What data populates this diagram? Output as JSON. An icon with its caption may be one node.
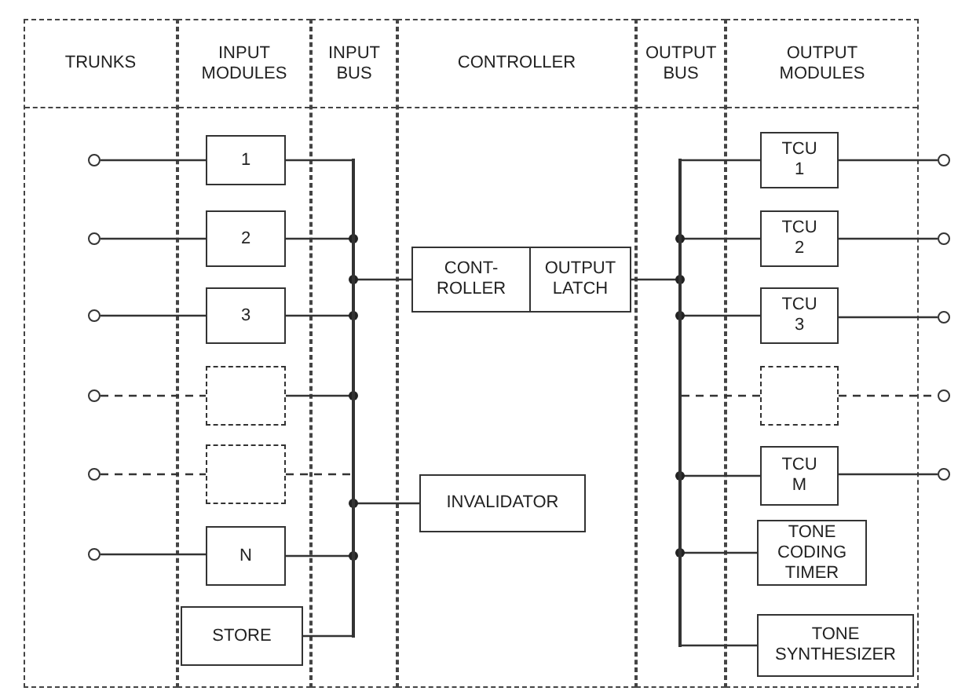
{
  "diagram": {
    "nodes": [
      {
        "text": [
          "TRUNKS"
        ]
      },
      {
        "text": [
          "INPUT MODULES"
        ]
      },
      {
        "text": [
          "INPUT BUS"
        ]
      },
      {
        "text": [
          "CONTROLLER"
        ]
      },
      {
        "text": [
          "OUTPUT BUS"
        ]
      },
      {
        "text": [
          "OUTPUT MODULES"
        ]
      },
      {
        "text": [],
        "shape": "circle",
        "in": 0
      },
      {
        "text": [],
        "shape": "circle",
        "in": 0
      },
      {
        "text": [],
        "shape": "circle",
        "in": 0
      },
      {
        "text": [],
        "shape": "circle",
        "in": 0
      },
      {
        "text": [],
        "shape": "circle",
        "in": 0
      },
      {
        "text": [],
        "shape": "circle",
        "in": 0
      },
      {
        "text": [
          "1"
        ],
        "in": 1
      },
      {
        "text": [
          "2"
        ],
        "in": 1
      },
      {
        "text": [
          "3"
        ],
        "in": 1
      },
      {
        "text": [],
        "shape": "box",
        "in": 1
      },
      {
        "text": [],
        "shape": "box",
        "in": 1
      },
      {
        "text": [
          "N"
        ],
        "in": 1
      },
      {
        "text": [
          "STORE"
        ],
        "in": 1
      },
      {
        "text": [
          "CONT- ROLLER"
        ],
        "in": 3
      },
      {
        "text": [
          "OUTPUT LATCH"
        ],
        "in": 3
      },
      {
        "text": [
          "INVALIDATOR"
        ],
        "in": 3
      },
      {
        "text": [
          "TCU 1"
        ],
        "in": 5
      },
      {
        "text": [
          "TCU 2"
        ],
        "in": 5
      },
      {
        "text": [
          "TCU 3"
        ],
        "in": 5
      },
      {
        "text": [],
        "shape": "box",
        "in": 5
      },
      {
        "text": [
          "TCU M"
        ],
        "in": 5
      },
      {
        "text": [
          "TONE CODING TIMER"
        ],
        "in": 5
      },
      {
        "text": [
          "TONE SYNTHESIZER"
        ],
        "in": 5
      },
      {
        "text": [],
        "shape": "circle"
      },
      {
        "text": [],
        "shape": "circle"
      },
      {
        "text": [],
        "shape": "circle"
      },
      {
        "text": [],
        "shape": "circle"
      },
      {
        "text": [],
        "shape": "circle"
      },
      {
        "text": [],
        "shape": "bar",
        "in": 2
      },
      {
        "text": [],
        "shape": "bar",
        "in": 4
      }
    ],
    "edges": [
      {
        "from": 6,
        "to": 12,
        "arrow": "none"
      },
      {
        "from": 7,
        "to": 13,
        "arrow": "none"
      },
      {
        "from": 8,
        "to": 14,
        "arrow": "none"
      },
      {
        "from": 9,
        "to": 15,
        "arrow": "none",
        "style": "dashed"
      },
      {
        "from": 10,
        "to": 16,
        "arrow": "none",
        "style": "dashed"
      },
      {
        "from": 11,
        "to": 17,
        "arrow": "none"
      },
      {
        "from": 12,
        "to": 34,
        "arrow": "none"
      },
      {
        "from": 13,
        "to": 34,
        "arrow": "none"
      },
      {
        "from": 14,
        "to": 34,
        "arrow": "none"
      },
      {
        "from": 15,
        "to": 34,
        "arrow": "none"
      },
      {
        "from": 16,
        "to": 34,
        "arrow": "none",
        "style": "dashed"
      },
      {
        "from": 17,
        "to": 34,
        "arrow": "none"
      },
      {
        "from": 18,
        "to": 34,
        "arrow": "none"
      },
      {
        "from": 34,
        "to": 19,
        "arrow": "none"
      },
      {
        "from": 34,
        "to": 21,
        "arrow": "none"
      },
      {
        "from": 20,
        "to": 35,
        "arrow": "none"
      },
      {
        "from": 35,
        "to": 22,
        "arrow": "none"
      },
      {
        "from": 35,
        "to": 23,
        "arrow": "none"
      },
      {
        "from": 35,
        "to": 24,
        "arrow": "none"
      },
      {
        "from": 35,
        "to": 25,
        "arrow": "none",
        "style": "dashed"
      },
      {
        "from": 35,
        "to": 26,
        "arrow": "none"
      },
      {
        "from": 35,
        "to": 27,
        "arrow": "none"
      },
      {
        "from": 35,
        "to": 28,
        "arrow": "none"
      },
      {
        "from": 22,
        "to": 29,
        "arrow": "none"
      },
      {
        "from": 23,
        "to": 30,
        "arrow": "none"
      },
      {
        "from": 24,
        "to": 31,
        "arrow": "none"
      },
      {
        "from": 25,
        "to": 32,
        "arrow": "none",
        "style": "dashed"
      },
      {
        "from": 26,
        "to": 33,
        "arrow": "none"
      }
    ]
  }
}
